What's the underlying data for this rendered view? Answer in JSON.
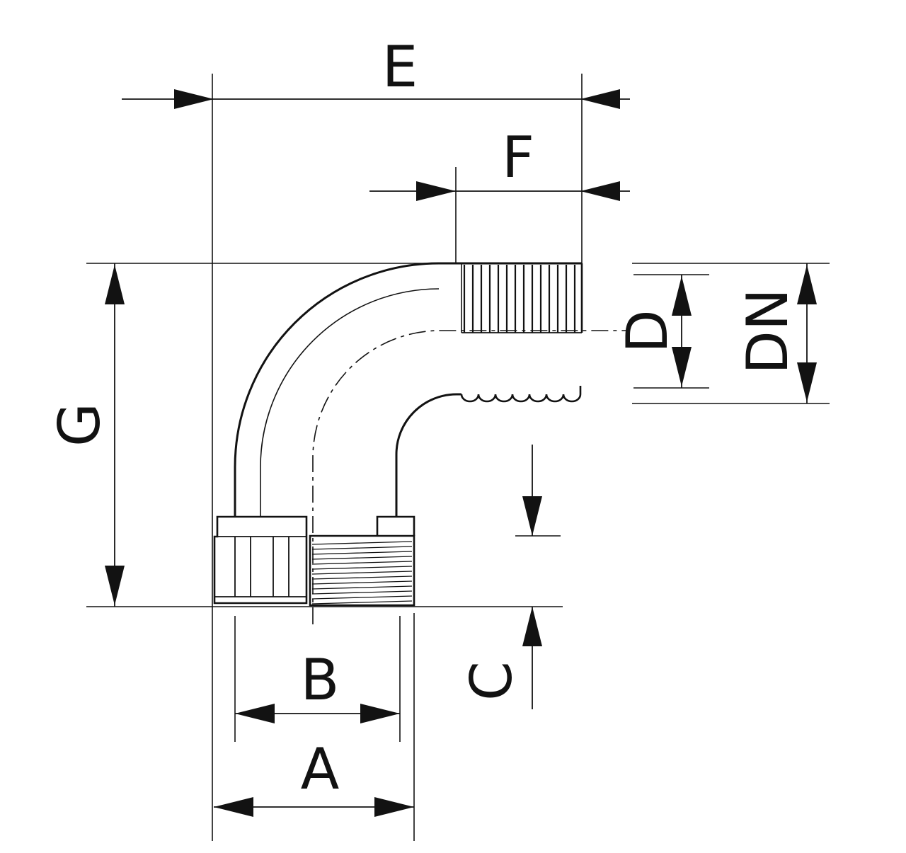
{
  "drawing": {
    "background": "#ffffff",
    "line_color": "#121212",
    "labels": {
      "A": "A",
      "B": "B",
      "C": "C",
      "D": "D",
      "DN": "DN",
      "E": "E",
      "F": "F",
      "G": "G"
    }
  }
}
